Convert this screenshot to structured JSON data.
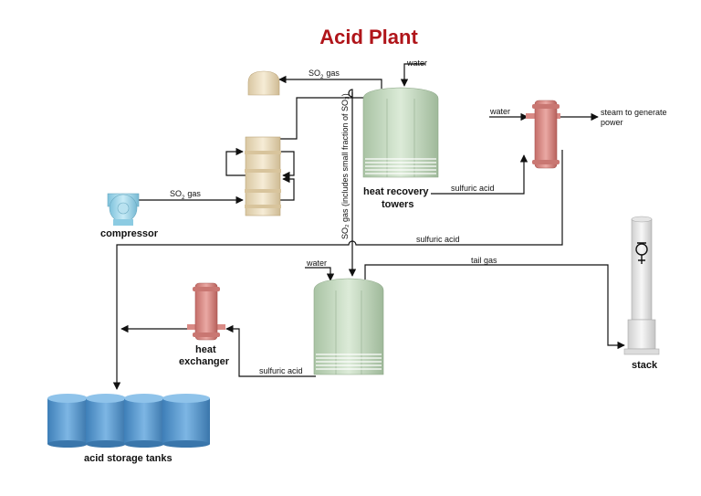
{
  "title": "Acid Plant",
  "components": {
    "compressor": "compressor",
    "heat_recovery": [
      "heat recovery",
      "towers"
    ],
    "heat_exchanger": [
      "heat",
      "exchanger"
    ],
    "storage": "acid storage tanks",
    "stack": "stack"
  },
  "flows": {
    "so2_compressor": "SO",
    "so2_top": "SO",
    "so2_vertical": "SO₂ gas (includes small fraction of SO₃)",
    "gas_suffix": "gas",
    "water_top": "water",
    "water_right": "water",
    "water_bottom": "water",
    "steam": [
      "steam to generate",
      "power"
    ],
    "sulfuric_acid_1": "sulfuric acid",
    "sulfuric_acid_2": "sulfuric acid",
    "sulfuric_acid_3": "sulfuric acid",
    "tail_gas": "tail gas"
  },
  "colors": {
    "title": "#b0151a",
    "tower": "#c9dcc4",
    "exchanger": "#d98a85",
    "tank": "#5b9ad1",
    "cylinder": "#efe2c8",
    "compressor": "#9dd3e8",
    "stack": "#eeeeee"
  }
}
